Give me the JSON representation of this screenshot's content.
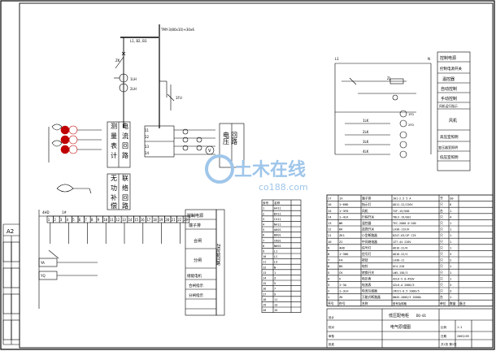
{
  "drawing": {
    "sheet_label": "A2",
    "busbar_label": "TMY-3(80x10)+30x6",
    "ct_label": "L1, B2, B3",
    "rail_num": "1#",
    "watermark": {
      "logo_text": "土木在线",
      "url": "co188.com"
    },
    "meter_box_labels": [
      "测量表计",
      "电流回路",
      "电压回路",
      "无功补偿",
      "联络回路"
    ],
    "ctrl_box_labels": [
      "控制电源",
      "控制电源开关",
      "温控器",
      "自动控制",
      "手动控制",
      "风机运行指示",
      "风机",
      "高压室照明",
      "变压器室照明",
      "低压室照明"
    ],
    "term_left_labels": [
      "控制电源",
      "端子排",
      "端子排",
      "合闸",
      "合闸",
      "分闸",
      "储能电机",
      "合闸指示",
      "分闸指示"
    ],
    "terminal_numbers": [
      "1",
      "2",
      "3",
      "4",
      "5",
      "6",
      "7",
      "8",
      "9",
      "10",
      "11",
      "12",
      "13",
      "14",
      "15",
      "16",
      "17",
      "18",
      "19",
      "20",
      "21",
      "22",
      "23"
    ]
  },
  "parts_table": {
    "headers": [
      "序号",
      "符号",
      "名称",
      "型号及规格",
      "单位",
      "数量",
      "备注"
    ],
    "rows": [
      [
        "17",
        "1X",
        "端子排",
        "JH1-2.5 5 A",
        "节",
        "30",
        ""
      ],
      [
        "16",
        "1~6HD",
        "指示灯",
        "AD11-22/220V",
        "只",
        "6",
        ""
      ],
      [
        "15",
        "1~3FD",
        "风机",
        "YSF-15/500",
        "台",
        "1",
        ""
      ],
      [
        "14",
        "1~4LK",
        "行程开关",
        "YBLX-19/001",
        "只",
        "4",
        ""
      ],
      [
        "13",
        "WK",
        "温控器",
        "TEC-2000 0~100",
        "只",
        "1",
        ""
      ],
      [
        "12",
        "KK",
        "选择开关",
        "LA38-11X/K",
        "只",
        "1",
        ""
      ],
      [
        "11",
        "ZK1",
        "小型断路器",
        "DZ47-63/2P C25",
        "只",
        "1",
        ""
      ],
      [
        "10",
        "ZJ",
        "中间继电器",
        "JZ7-44 220V",
        "只",
        "1",
        ""
      ],
      [
        "9",
        "4HD",
        "信号灯",
        "AD16-22/R",
        "只",
        "1",
        ""
      ],
      [
        "8",
        "1~3HD",
        "信号灯",
        "AD16-22/G",
        "只",
        "3",
        ""
      ],
      [
        "7",
        "FA",
        "按钮",
        "LA38-11",
        "只",
        "2",
        ""
      ],
      [
        "6",
        "DK",
        "电铃",
        "UC4-220",
        "只",
        "1",
        ""
      ],
      [
        "5",
        "CK",
        "转换开关",
        "LW5-15D/3",
        "只",
        "1",
        ""
      ],
      [
        "4",
        "V",
        "电压表",
        "42L6-V 0~450V",
        "只",
        "1",
        ""
      ],
      [
        "3",
        "1~3A",
        "电流表",
        "42L6-A 2000/5",
        "只",
        "3",
        ""
      ],
      [
        "2",
        "1~3LH",
        "电流互感器",
        "LMZJ1-0.5 2000/5",
        "只",
        "3",
        ""
      ],
      [
        "1",
        "ZK",
        "万能式断路器",
        "DW45-2000/3 2000A",
        "台",
        "1",
        ""
      ]
    ]
  },
  "center_table": {
    "headers": [
      "序号",
      "名称"
    ],
    "rows": [
      [
        "1",
        "A411"
      ],
      [
        "2",
        "B411"
      ],
      [
        "3",
        "C411"
      ],
      [
        "4",
        "N411"
      ],
      [
        "5",
        "A601"
      ],
      [
        "6",
        "B601"
      ],
      [
        "7",
        "C601"
      ],
      [
        "8",
        "N601"
      ],
      [
        "9",
        "L1"
      ],
      [
        "10",
        "L2"
      ],
      [
        "11",
        "L3"
      ],
      [
        "12",
        "N"
      ],
      [
        "13",
        "1"
      ],
      [
        "14",
        "3"
      ],
      [
        "15",
        "5"
      ],
      [
        "16",
        "7"
      ],
      [
        "17",
        "9"
      ],
      [
        "18",
        "11"
      ],
      [
        "19",
        "13"
      ],
      [
        "20",
        "15"
      ]
    ]
  },
  "title_block": {
    "project": "低压配电柜",
    "drawing_name": "电气原理图",
    "drawing_no": "DQ-01",
    "scale": "1:1",
    "date": "2003/09",
    "fields": [
      "设计",
      "校对",
      "审核",
      "批准",
      "比例",
      "日期"
    ],
    "sheet": "共1张 第1张"
  }
}
